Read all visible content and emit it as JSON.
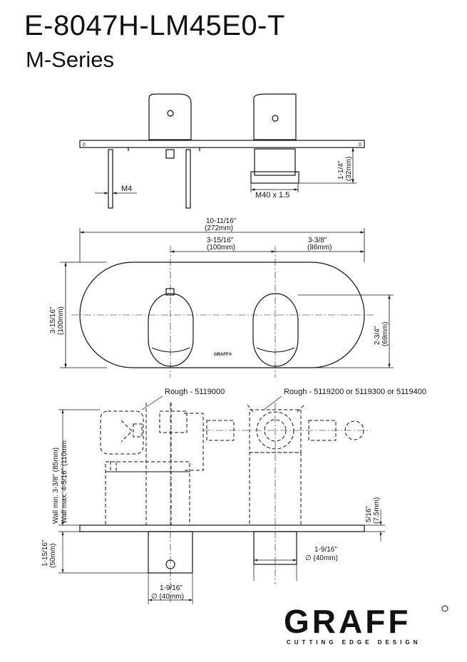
{
  "header": {
    "model": "E-8047H-LM45E0-T",
    "series": "M-Series"
  },
  "top_view": {
    "thread_left": "M4",
    "thread_right": "M40 x 1.5",
    "height_in": "1-1/4\"",
    "height_mm": "(32mm)"
  },
  "front_view": {
    "overall_width_in": "10-11/16\"",
    "overall_width_mm": "(272mm)",
    "center_dist_in": "3-15/16\"",
    "center_dist_mm": "(100mm)",
    "right_offset_in": "3-3/8\"",
    "right_offset_mm": "(86mm)",
    "height_in": "3-15/16\"",
    "height_mm": "(100mm)",
    "inner_height_in": "2-3/4\"",
    "inner_height_mm": "(69mm)",
    "plate_logo": "GRAFF®"
  },
  "section_view": {
    "rough_left": "Rough - 5119000",
    "rough_right": "Rough - 5119200 or 5119300 or 5119400",
    "wall_min": "Wall min. 3-3/8\" (85mm)",
    "wall_max": "Wall max. 4-5/16\" (110mm",
    "plate_thick_in": "5/16\"",
    "plate_thick_mm": "(7.5mm)",
    "depth_in": "1-15/16\"",
    "depth_mm": "(50mm)",
    "dia_right_in": "1-9/16\"",
    "dia_right_mm": "∅ (40mm)",
    "dia_left_in": "1-9/16\"",
    "dia_left_mm": "∅ (40mm)"
  },
  "brand": {
    "logo": "GRAFF",
    "tagline": "CUTTING EDGE DESIGN"
  }
}
